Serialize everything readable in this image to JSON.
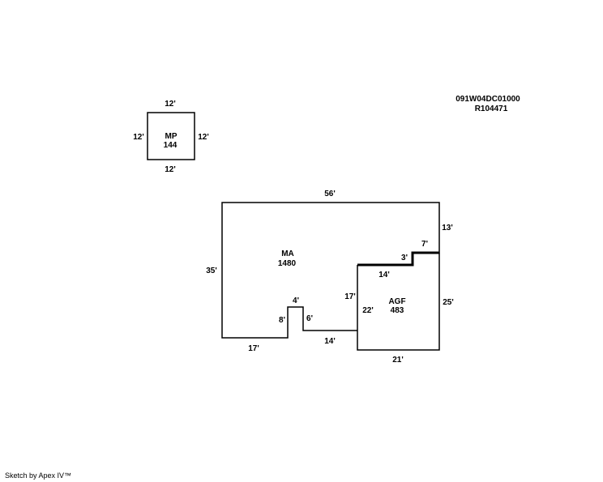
{
  "parcel": {
    "id": "091W04DC01000",
    "ref": "R104471"
  },
  "mp": {
    "code": "MP",
    "area": "144",
    "dim_top": "12'",
    "dim_bottom": "12'",
    "dim_left": "12'",
    "dim_right": "12'"
  },
  "ma": {
    "code": "MA",
    "area": "1480",
    "dim_top": "56'",
    "dim_left": "35'",
    "dim_right_upper": "13'",
    "dim_bottom_left": "17'",
    "dim_notch_left": "8'",
    "dim_notch_top": "4'",
    "dim_notch_right": "6'",
    "dim_bottom_mid": "14'",
    "dim_step": "7'"
  },
  "agf": {
    "code": "AGF",
    "area": "483",
    "dim_top": "14'",
    "dim_step": "3'",
    "dim_left_outer": "17'",
    "dim_left_inner": "22'",
    "dim_right": "25'",
    "dim_bottom": "21'"
  },
  "footer": {
    "credit": "Sketch by Apex IV™"
  },
  "colors": {
    "line": "#000000",
    "background": "#ffffff"
  }
}
